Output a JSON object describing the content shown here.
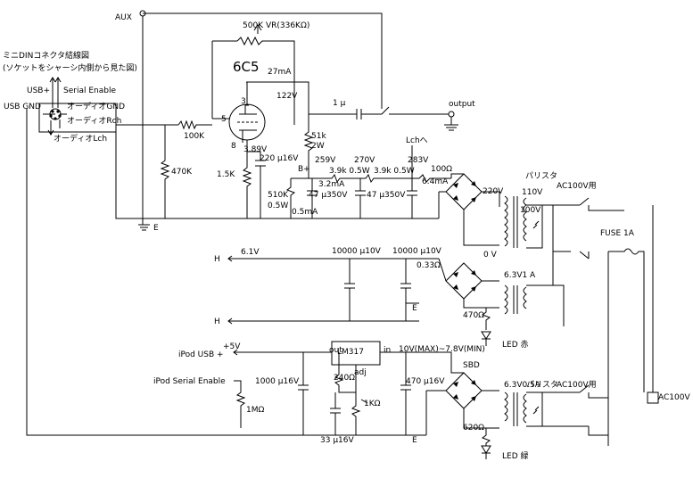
{
  "connector": {
    "title": "ミニDINコネクタ結線図",
    "subtitle": "(ソケットをシャーシ内側から見た図)",
    "usb_plus": "USB+",
    "serial_enable": "Serial Enable",
    "usb_gnd": "USB GND",
    "audio_gnd": "オーディオGND",
    "audio_rch": "オーディオRch",
    "audio_lch": "オーディオLch"
  },
  "amp": {
    "aux": "AUX",
    "volume": "500K VR(336KΩ)",
    "tube": "6C5",
    "current": "27mA",
    "plate_v": "122V",
    "coupling_cap": "1 μ",
    "output": "output",
    "pin3": "3",
    "pin5": "5",
    "pin8": "8",
    "grid_r": "100K",
    "grid_leak": "470K",
    "cathode_r": "1.5K",
    "cathode_v": "3.89V",
    "cathode_cap": "220 μ16V",
    "load_r_value": "51k",
    "load_r_power": "2W",
    "bplus": "B+",
    "b_259": "259V",
    "b_270": "270V",
    "b_283": "283V",
    "lch": "Lchへ",
    "r1": "3.9k 0.5W",
    "r2": "3.9k 0.5W",
    "r_in": "100Ω",
    "i1": "3.2mA",
    "i2": "6.4mA",
    "cap1": "47 μ350V",
    "cap2": "47 μ350V",
    "bleeder_value": "510K",
    "bleeder_power": "0.5W",
    "bleeder_i": "0.5mA",
    "ground_e": "E"
  },
  "power": {
    "v220": "220V",
    "v0": "0 V",
    "v100": "100V",
    "v110": "110V",
    "transformer": "パリスタ",
    "ac100_1": "AC100V用",
    "fuse": "FUSE 1A",
    "ac_in": "AC100V"
  },
  "heater": {
    "h_top": "H",
    "h_bottom": "H",
    "v61": "6.1V",
    "cap1": "10000 μ10V",
    "cap2": "10000 μ10V",
    "r": "0.33Ω",
    "e": "E",
    "tr_sec": "6.3V1 A",
    "r_led": "470Ω",
    "led": "LED 赤"
  },
  "ipod": {
    "usb": "iPod USB +",
    "v5": "+5V",
    "serial": "iPod Serial Enable",
    "reg": "LM317",
    "out": "out",
    "in": "in",
    "adj": "adj",
    "cap_out": "1000 μ16V",
    "r_240": "240Ω",
    "pot": "1KΩ",
    "cap_adj": "33 μ16V",
    "r_1m": "1MΩ",
    "v_in": "10V(MAX)~7.8V(MIN)",
    "sbd": "SBD",
    "cap_in": "470 μ16V",
    "r_led": "620Ω",
    "led": "LED 緑",
    "e": "E",
    "tr_sec": "6.3V0.5A",
    "transformer": "パリスタ",
    "ac100": "AC100V用"
  }
}
